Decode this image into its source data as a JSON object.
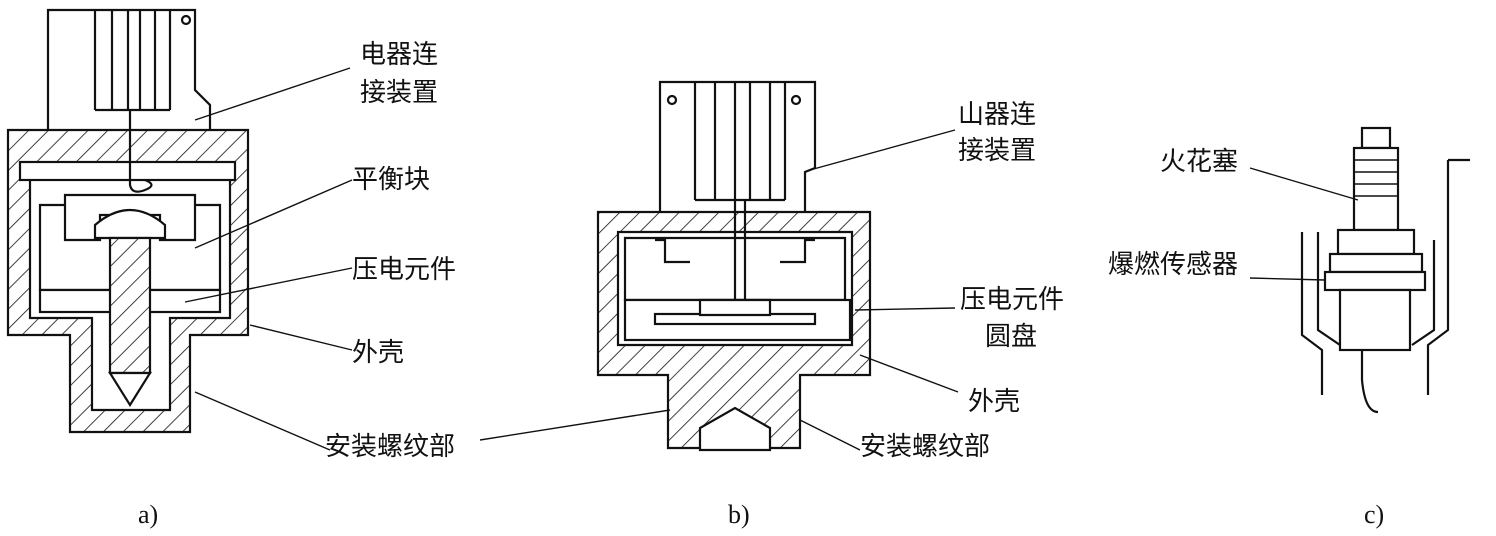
{
  "figure_a": {
    "caption": "a)",
    "labels": {
      "connector_line1": "电器连",
      "connector_line2": "接装置",
      "balance_block": "平衡块",
      "piezo_element": "压电元件",
      "housing": "外壳",
      "thread": "安装螺纹部"
    }
  },
  "figure_b": {
    "caption": "b)",
    "labels": {
      "connector_line1": "山器连",
      "connector_line2": "接装置",
      "piezo_line1": "压电元件",
      "piezo_line2": "圆盘",
      "housing": "外壳",
      "thread": "安装螺纹部"
    }
  },
  "figure_c": {
    "caption": "c)",
    "labels": {
      "spark_plug": "火花塞",
      "knock_sensor": "爆燃传感器"
    }
  }
}
